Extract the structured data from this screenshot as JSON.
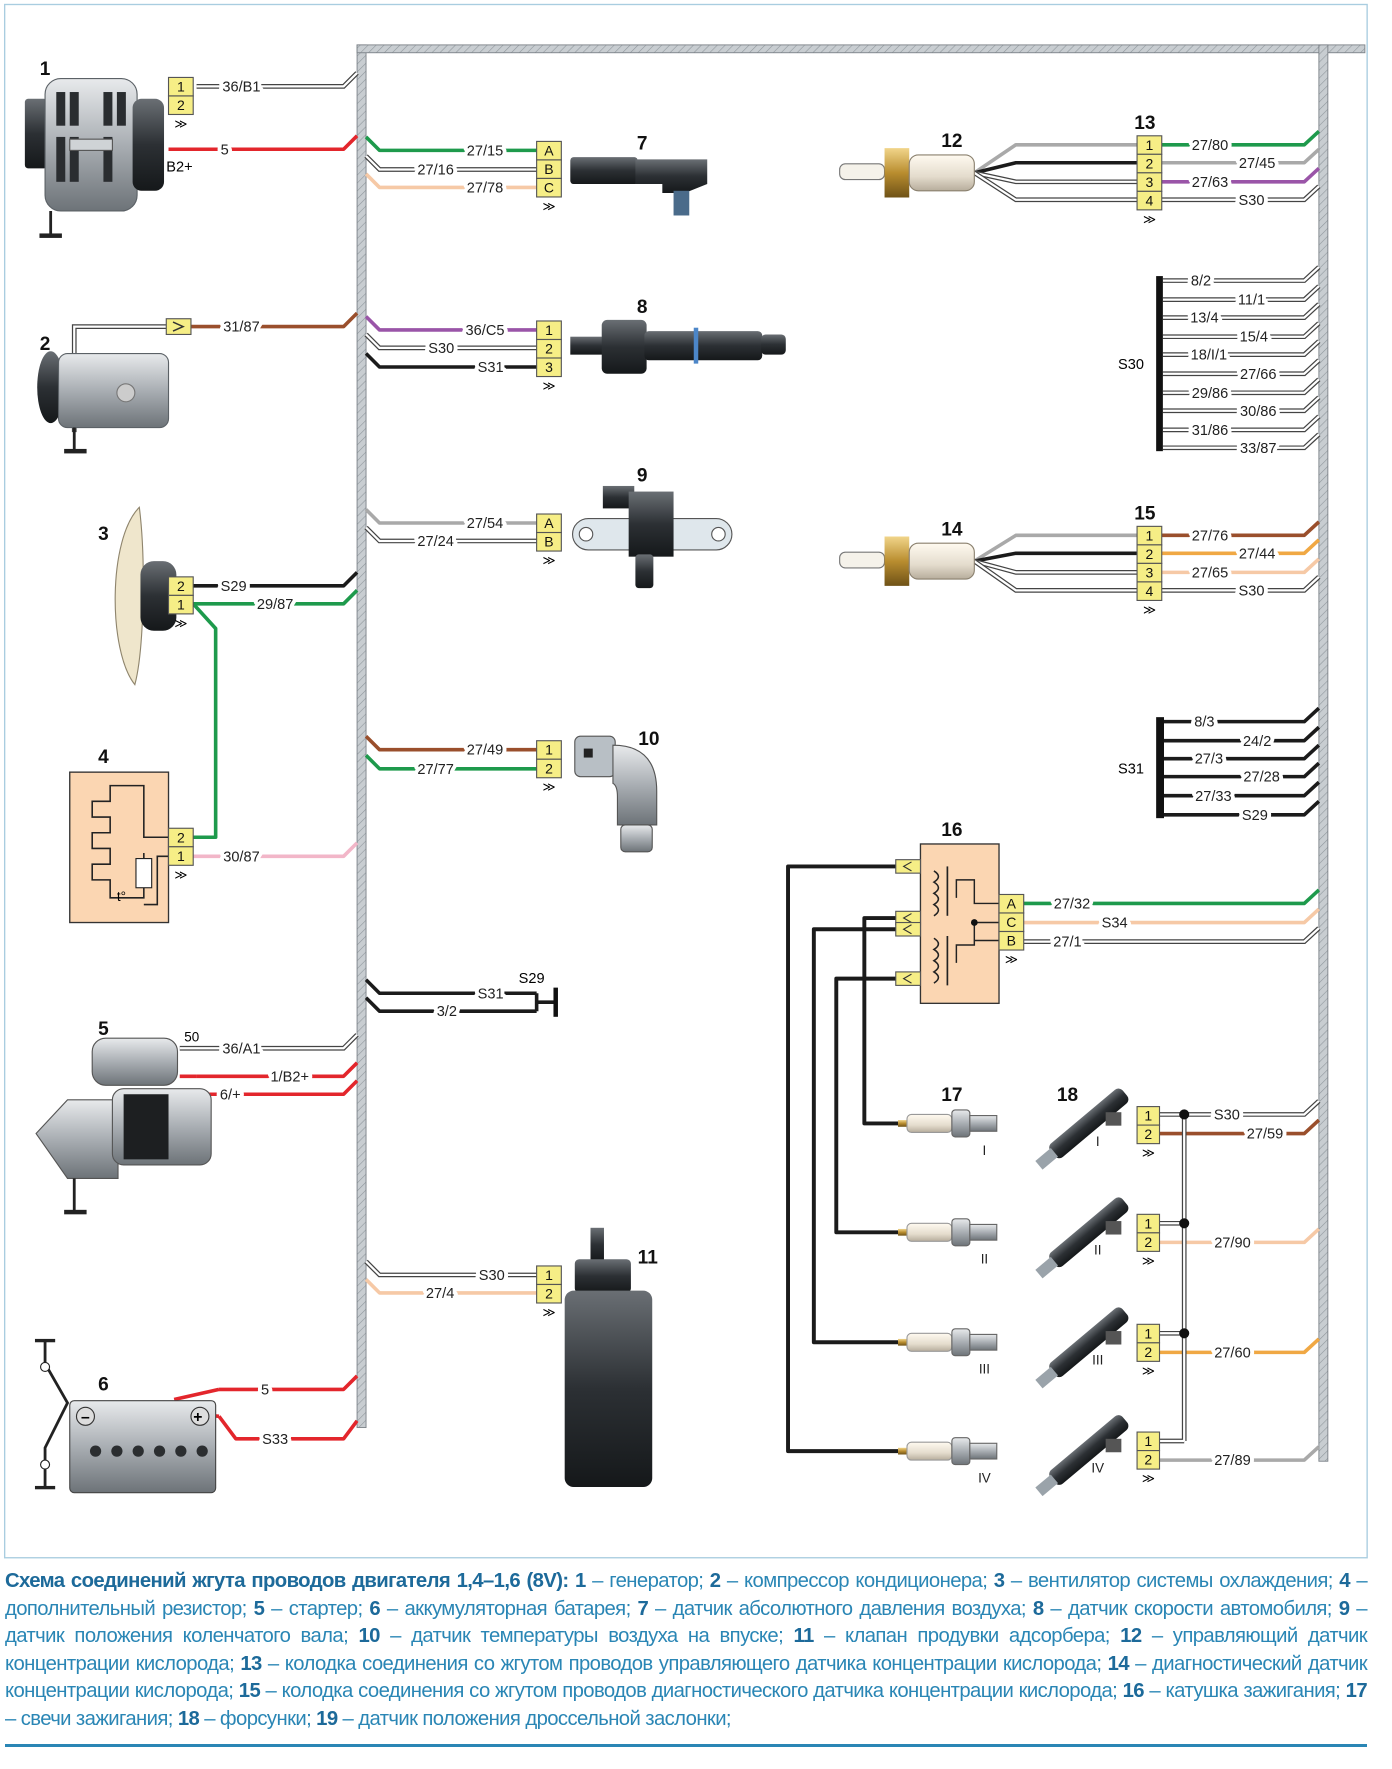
{
  "colors": {
    "green": "#1e9a4c",
    "red": "#e3262c",
    "brown": "#9a4f2c",
    "peach": "#f6c9a6",
    "purple": "#9a55a8",
    "gray": "#a9a9a9",
    "black": "#1b1b1b",
    "pink": "#f2b6c8",
    "orange": "#f0a844",
    "white": "#ffffff",
    "harness": "#b9bfc4",
    "connector": "#f6ee86",
    "caption_text": "#2a86b5",
    "caption_bold": "#1d6a9a"
  },
  "components": {
    "c1": "1",
    "c2": "2",
    "c3": "3",
    "c4": "4",
    "c5": "5",
    "c6": "6",
    "c7": "7",
    "c8": "8",
    "c9": "9",
    "c10": "10",
    "c11": "11",
    "c12": "12",
    "c13": "13",
    "c14": "14",
    "c15": "15",
    "c16": "16",
    "c17": "17",
    "c18": "18"
  },
  "connectors": {
    "k1": [
      "1",
      "2"
    ],
    "k3": [
      "2",
      "1"
    ],
    "k4": [
      "2",
      "1"
    ],
    "k7": [
      "A",
      "B",
      "C"
    ],
    "k8": [
      "1",
      "2",
      "3"
    ],
    "k9": [
      "A",
      "B"
    ],
    "k10": [
      "1",
      "2"
    ],
    "k11": [
      "1",
      "2"
    ],
    "k13": [
      "1",
      "2",
      "3",
      "4"
    ],
    "k15": [
      "1",
      "2",
      "3",
      "4"
    ],
    "k16": [
      "A",
      "C",
      "B"
    ],
    "k18a": [
      "1",
      "2"
    ],
    "k18b": [
      "1",
      "2"
    ],
    "k18c": [
      "1",
      "2"
    ],
    "k18d": [
      "1",
      "2"
    ]
  },
  "terminal_labels": {
    "b2plus": "B2+",
    "starter_50": "50",
    "ground_s29": "S29",
    "resistor_t": "t°"
  },
  "group_labels": {
    "s30": "S30",
    "s31": "S31"
  },
  "cylinders": [
    "I",
    "II",
    "III",
    "IV"
  ],
  "wires": {
    "w36B1": {
      "label": "36/B1",
      "color": "white"
    },
    "w5gen": {
      "label": "5",
      "color": "red"
    },
    "w3187": {
      "label": "31/87",
      "color": "brown"
    },
    "wS29fan": {
      "label": "S29",
      "color": "black"
    },
    "w2987": {
      "label": "29/87",
      "color": "green"
    },
    "w3087": {
      "label": "30/87",
      "color": "pink"
    },
    "w36A1": {
      "label": "36/A1",
      "color": "white"
    },
    "w1B2": {
      "label": "1/B2+",
      "color": "red"
    },
    "w6plus": {
      "label": "6/+",
      "color": "red"
    },
    "w5bat": {
      "label": "5",
      "color": "red"
    },
    "wS33": {
      "label": "S33",
      "color": "red"
    },
    "w2715": {
      "label": "27/15",
      "color": "green"
    },
    "w2716": {
      "label": "27/16",
      "color": "white"
    },
    "w2778": {
      "label": "27/78",
      "color": "peach"
    },
    "w36C5": {
      "label": "36/C5",
      "color": "purple"
    },
    "wS30s8": {
      "label": "S30",
      "color": "white"
    },
    "wS31s8": {
      "label": "S31",
      "color": "black"
    },
    "w2754": {
      "label": "27/54",
      "color": "gray"
    },
    "w2724": {
      "label": "27/24",
      "color": "white"
    },
    "w2749": {
      "label": "27/49",
      "color": "brown"
    },
    "w2777": {
      "label": "27/77",
      "color": "green"
    },
    "wS31gnd": {
      "label": "S31",
      "color": "black"
    },
    "w32gnd": {
      "label": "3/2",
      "color": "black"
    },
    "wS30s11": {
      "label": "S30",
      "color": "white"
    },
    "w274": {
      "label": "27/4",
      "color": "peach"
    },
    "w2780": {
      "label": "27/80",
      "color": "green"
    },
    "w2745": {
      "label": "27/45",
      "color": "gray"
    },
    "w2763": {
      "label": "27/63",
      "color": "purple"
    },
    "wS30s13": {
      "label": "S30",
      "color": "white"
    },
    "g82": {
      "label": "8/2",
      "color": "white"
    },
    "g111": {
      "label": "11/1",
      "color": "white"
    },
    "g134": {
      "label": "13/4",
      "color": "white"
    },
    "g154": {
      "label": "15/4",
      "color": "white"
    },
    "g18I1": {
      "label": "18/I/1",
      "color": "white"
    },
    "g2766": {
      "label": "27/66",
      "color": "white"
    },
    "g2986": {
      "label": "29/86",
      "color": "white"
    },
    "g3086": {
      "label": "30/86",
      "color": "white"
    },
    "g3186": {
      "label": "31/86",
      "color": "white"
    },
    "g3387": {
      "label": "33/87",
      "color": "white"
    },
    "w2776": {
      "label": "27/76",
      "color": "brown"
    },
    "w2744": {
      "label": "27/44",
      "color": "orange"
    },
    "w2765": {
      "label": "27/65",
      "color": "peach"
    },
    "wS30s15": {
      "label": "S30",
      "color": "white"
    },
    "h83": {
      "label": "8/3",
      "color": "black"
    },
    "h242": {
      "label": "24/2",
      "color": "black"
    },
    "h273": {
      "label": "27/3",
      "color": "black"
    },
    "h2728": {
      "label": "27/28",
      "color": "black"
    },
    "h2733": {
      "label": "27/33",
      "color": "black"
    },
    "hS29": {
      "label": "S29",
      "color": "black"
    },
    "w2732": {
      "label": "27/32",
      "color": "green"
    },
    "wS34": {
      "label": "S34",
      "color": "peach"
    },
    "w271": {
      "label": "27/1",
      "color": "white"
    },
    "wS30inj": {
      "label": "S30",
      "color": "white"
    },
    "w2759": {
      "label": "27/59",
      "color": "brown"
    },
    "w2790": {
      "label": "27/90",
      "color": "peach"
    },
    "w2760": {
      "label": "27/60",
      "color": "orange"
    },
    "w2789": {
      "label": "27/89",
      "color": "gray"
    }
  },
  "caption": {
    "title": "Схема соединений жгута проводов двигателя 1,4–1,6 (8V):",
    "items": [
      {
        "num": "1",
        "text": " – генератор; "
      },
      {
        "num": "2",
        "text": " – компрессор кондиционера; "
      },
      {
        "num": "3",
        "text": " – вентилятор системы охлаждения; "
      },
      {
        "num": "4",
        "text": " – дополнительный резистор; "
      },
      {
        "num": "5",
        "text": " – стартер; "
      },
      {
        "num": "6",
        "text": " – аккумуляторная батарея; "
      },
      {
        "num": "7",
        "text": " – датчик абсолютного давления воздуха; "
      },
      {
        "num": "8",
        "text": " – датчик скорости автомобиля; "
      },
      {
        "num": "9",
        "text": " – датчик положения коленчатого вала; "
      },
      {
        "num": "10",
        "text": " – датчик температуры воздуха на впуске; "
      },
      {
        "num": "11",
        "text": " – клапан продувки адсорбера; "
      },
      {
        "num": "12",
        "text": " – управляющий датчик концентрации кислорода; "
      },
      {
        "num": "13",
        "text": " – колодка соединения со жгутом проводов управляющего датчика концентрации кислорода; "
      },
      {
        "num": "14",
        "text": " – диагностический датчик концентрации кислорода; "
      },
      {
        "num": "15",
        "text": " – колодка соединения со жгутом проводов диагностического датчика концентрации кислорода; "
      },
      {
        "num": "16",
        "text": " – катушка зажигания; "
      },
      {
        "num": "17",
        "text": " – свечи зажигания; "
      },
      {
        "num": "18",
        "text": " – форсунки; "
      },
      {
        "num": "19",
        "text": " – датчик положения дроссельной заслонки;"
      }
    ]
  }
}
